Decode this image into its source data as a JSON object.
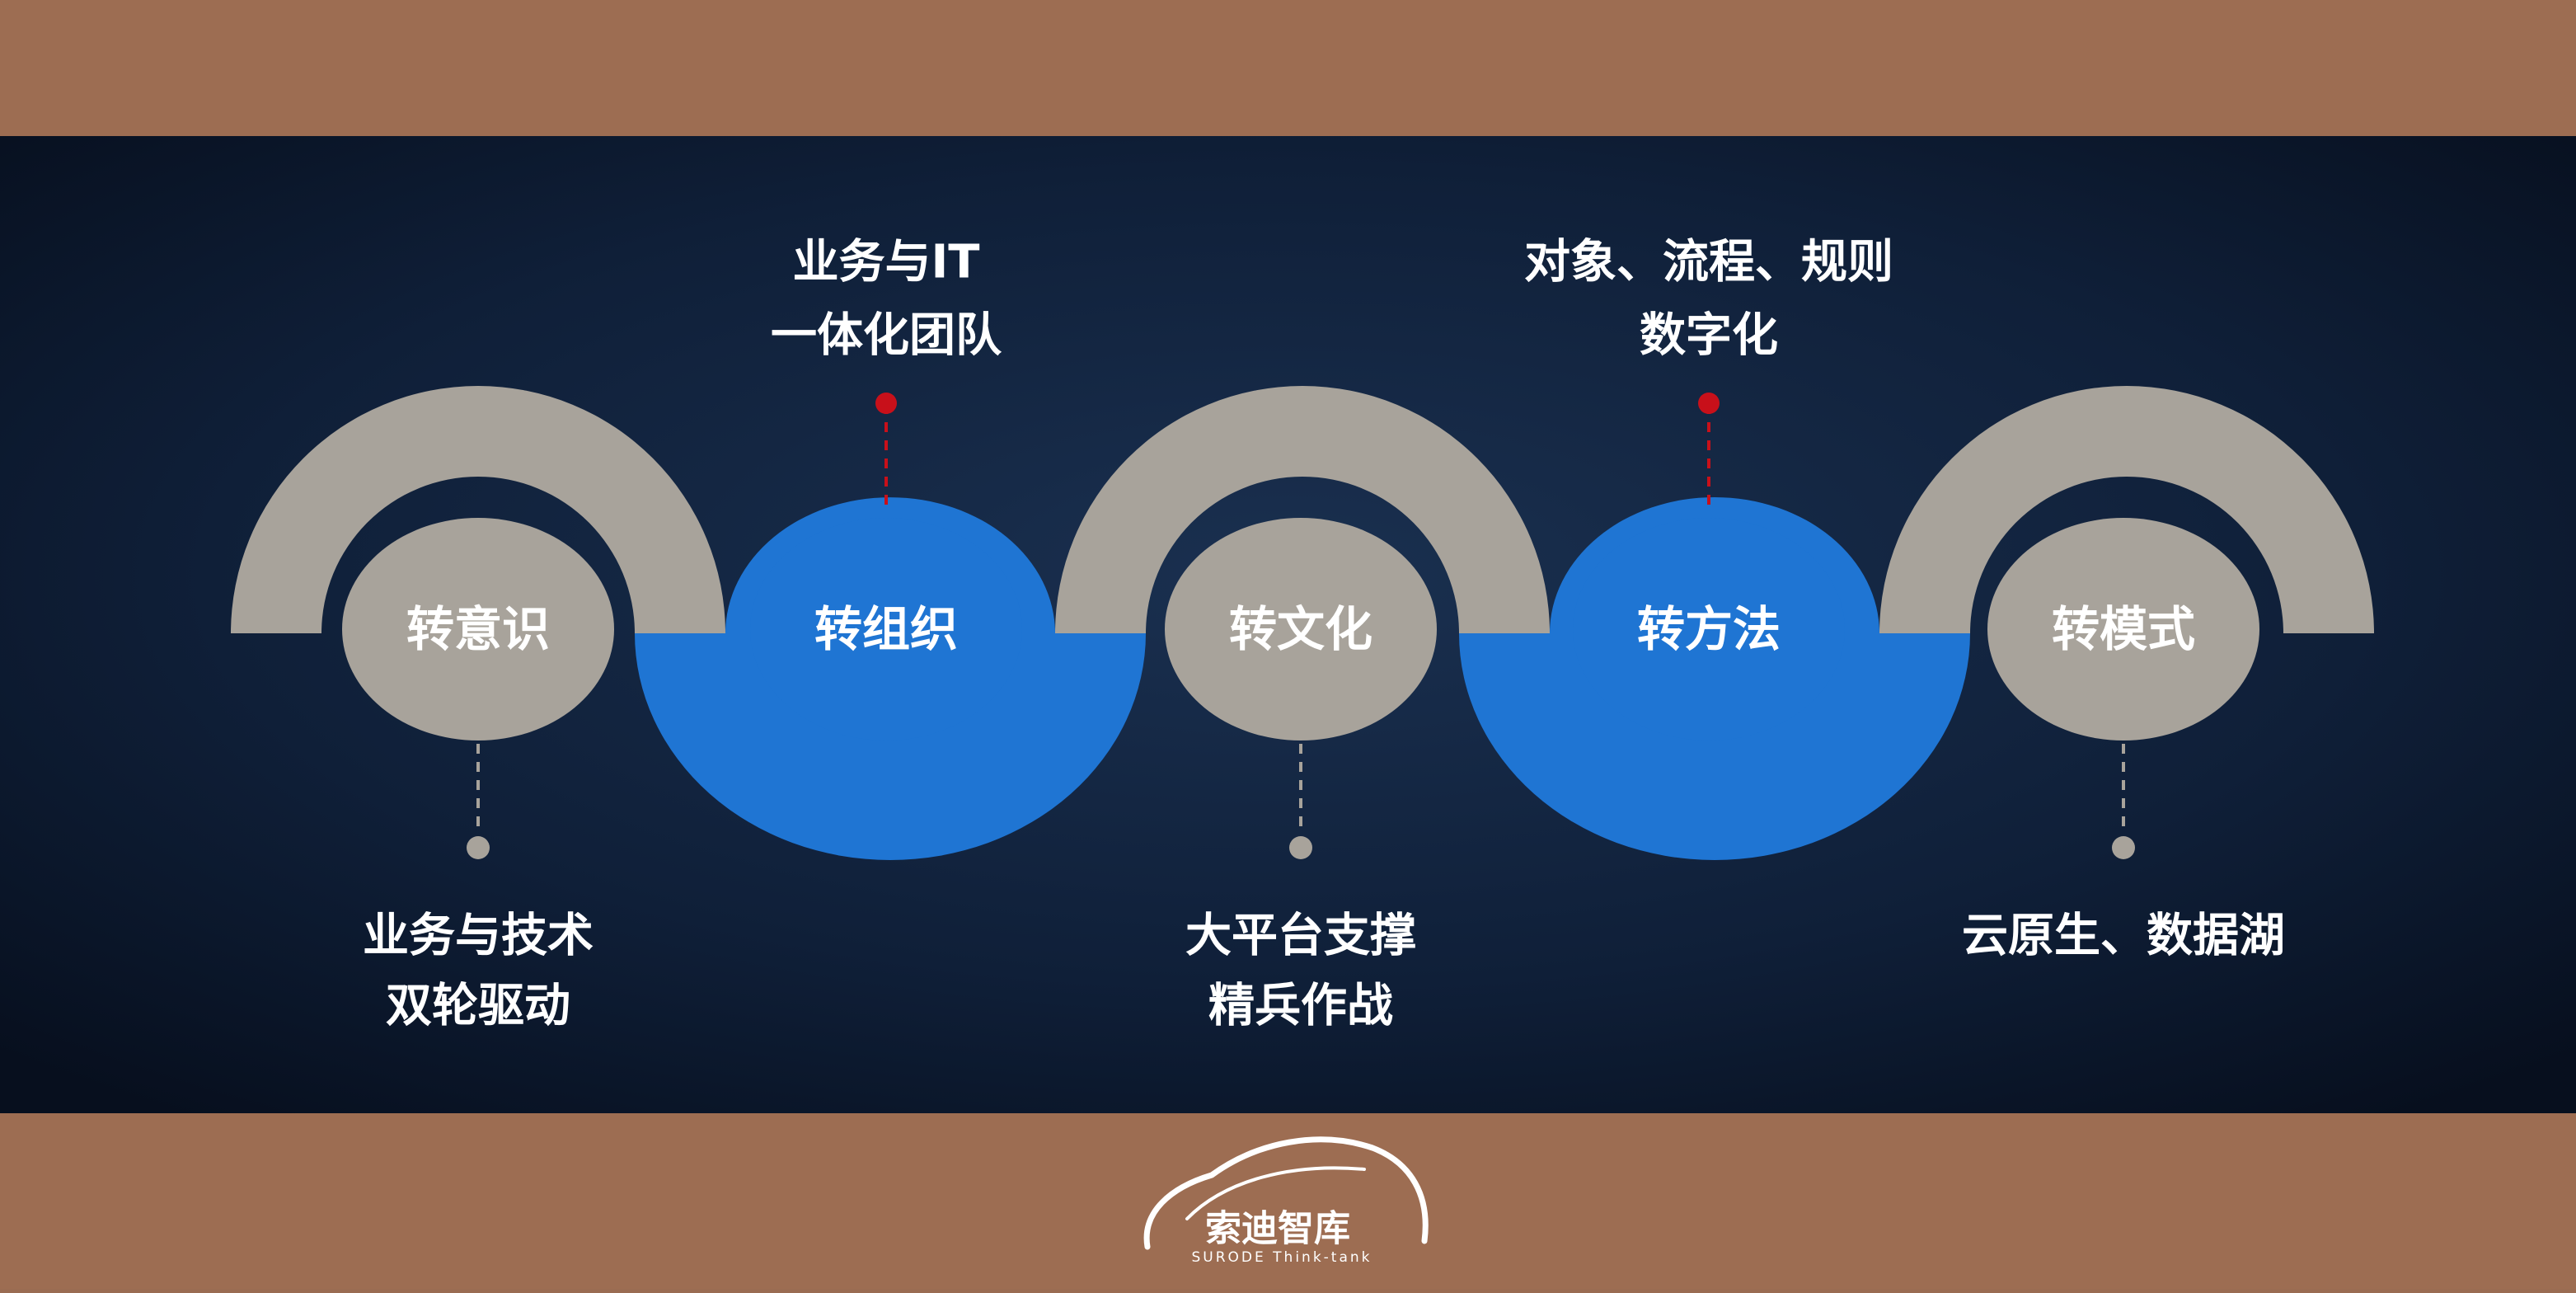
{
  "diagram": {
    "stages": [
      {
        "label": "转意识",
        "color": "#a8a39b"
      },
      {
        "label": "转组织",
        "color": "#1f75d3"
      },
      {
        "label": "转文化",
        "color": "#a8a39b"
      },
      {
        "label": "转方法",
        "color": "#1f75d3"
      },
      {
        "label": "转模式",
        "color": "#a8a39b"
      }
    ],
    "top_notes": [
      {
        "lines": [
          "业务与IT",
          "一体化团队"
        ],
        "marker_color": "#c8101a"
      },
      {
        "lines": [
          "对象、流程、规则",
          "数字化"
        ],
        "marker_color": "#c8101a"
      }
    ],
    "bottom_notes": [
      {
        "lines": [
          "业务与技术",
          "双轮驱动"
        ],
        "marker_color": "#a8a39b"
      },
      {
        "lines": [
          "大平台支撑",
          "精兵作战"
        ],
        "marker_color": "#a8a39b"
      },
      {
        "lines": [
          "云原生、数据湖"
        ],
        "marker_color": "#a8a39b"
      }
    ],
    "arch_color": "#a8a39b",
    "trough_color": "#1f75d3",
    "background_color": "#0d1a30",
    "text_color": "#ffffff"
  },
  "logo": {
    "name": "索迪智库",
    "subtitle": "SURODE Think-tank"
  }
}
